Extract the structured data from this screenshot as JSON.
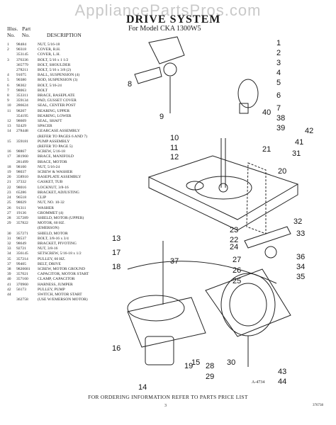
{
  "watermark": "AppliancePartsPros.com",
  "title": "DRIVE SYSTEM",
  "subtitle": "For Model CKA 1300W5",
  "columns": {
    "illus": "Illus.",
    "no": "No.",
    "part": "Part",
    "partno": "No.",
    "description": "DESCRIPTION"
  },
  "parts": [
    [
      "1",
      "98484",
      "NUT, 5/16-18"
    ],
    [
      "2",
      "90318",
      "COVER, R.H."
    ],
    [
      "",
      "353145",
      "COVER, L.H."
    ],
    [
      "3",
      "376336",
      "BOLT, 5/16 x 1 1/2"
    ],
    [
      "",
      "365779",
      "BOLT, SHOULDER"
    ],
    [
      "",
      "278211",
      "BOLT, 5/16 x 3/8 (2)"
    ],
    [
      "4",
      "91075",
      "BALL, SUSPENSION (4)"
    ],
    [
      "5",
      "90380",
      "ROD, SUSPENSION (3)"
    ],
    [
      "6",
      "98302",
      "BOLT, 5/16-24"
    ],
    [
      "7",
      "98063",
      "BOLT"
    ],
    [
      "8",
      "353311",
      "BRACE, BASEPLATE"
    ],
    [
      "9",
      "359134",
      "PAD, GUSSET COVER"
    ],
    [
      "10",
      "286624",
      "SEAL, CENTER POST"
    ],
    [
      "11",
      "98207",
      "BEARING, UPPER"
    ],
    [
      "",
      "354195",
      "BEARING, LOWER"
    ],
    [
      "12",
      "98609",
      "SEAL, SHAFT"
    ],
    [
      "13",
      "92429",
      "SPACER"
    ],
    [
      "14",
      "278448",
      "GEARCASE ASSEMBLY"
    ],
    [
      "",
      "",
      "(REFER TO PAGES 6 AND 7)"
    ],
    [
      "15",
      "359181",
      "PUMP ASSEMBLY"
    ],
    [
      "",
      "",
      "(REFER TO PAGE 5)"
    ],
    [
      "16",
      "98867",
      "SCREW, 5/16-18"
    ],
    [
      "17",
      "381960",
      "BRACE, MANIFOLD"
    ],
    [
      "",
      "281499",
      "BRACE, MOTOR"
    ],
    [
      "18",
      "98100",
      "NUT, 5/16-24"
    ],
    [
      "19",
      "98037",
      "SCREW & WASHER"
    ],
    [
      "20",
      "358910",
      "BASEPLATE ASSEMBLY"
    ],
    [
      "21",
      "37332",
      "GASKET, TUB"
    ],
    [
      "22",
      "98016",
      "LOCKNUT, 3/8-16"
    ],
    [
      "23",
      "65286",
      "BRACKET, ADJUSTING"
    ],
    [
      "24",
      "96518",
      "CLIP"
    ],
    [
      "25",
      "98029",
      "NUT, NO. 10-32"
    ],
    [
      "26",
      "91311",
      "WASHER"
    ],
    [
      "27",
      "19136",
      "GROMMET (4)"
    ],
    [
      "28",
      "357289",
      "SHIELD, MOTOR (UPPER)"
    ],
    [
      "29",
      "357822",
      "MOTOR, 60 HZ."
    ],
    [
      "",
      "",
      "(EMERSON)"
    ],
    [
      "30",
      "357271",
      "SHIELD, MOTOR"
    ],
    [
      "31",
      "98537",
      "BOLT, 3/8-16 x 3/4"
    ],
    [
      "32",
      "98649",
      "BRACKET, PIVOTING"
    ],
    [
      "33",
      "92721",
      "NUT, 3/8-16"
    ],
    [
      "34",
      "356145",
      "SETSCREW, 5/16-18 x 1/2"
    ],
    [
      "35",
      "357214",
      "PULLEY, 60 HZ."
    ],
    [
      "37",
      "99405",
      "BELT, DRIVE"
    ],
    [
      "38",
      "9820681",
      "SCREW, MOTOR GROUND"
    ],
    [
      "39",
      "357021",
      "CAPACITOR, MOTOR START"
    ],
    [
      "40",
      "357160",
      "CLAMP, CAPACITOR"
    ],
    [
      "41",
      "370960",
      "HARNESS, JUMPER"
    ],
    [
      "42",
      "56173",
      "PULLEY, PUMP"
    ],
    [
      "44",
      "",
      "SWITCH, MOTOR START"
    ],
    [
      "",
      "362758",
      "(USE W/EMERSON MOTOR)"
    ]
  ],
  "callouts": [
    "1",
    "2",
    "3",
    "4",
    "5",
    "6",
    "7",
    "8",
    "9",
    "10",
    "11",
    "12",
    "13",
    "14",
    "15",
    "16",
    "17",
    "18",
    "19",
    "20",
    "21",
    "22",
    "23",
    "24",
    "25",
    "26",
    "27",
    "28",
    "29",
    "30",
    "31",
    "32",
    "33",
    "34",
    "35",
    "36",
    "37",
    "38",
    "39",
    "40",
    "41",
    "42",
    "43",
    "44"
  ],
  "figure_id": "A-4734",
  "footer": "FOR ORDERING INFORMATION REFER TO PARTS PRICE LIST",
  "page_number": "3",
  "doc_ref": "376738"
}
